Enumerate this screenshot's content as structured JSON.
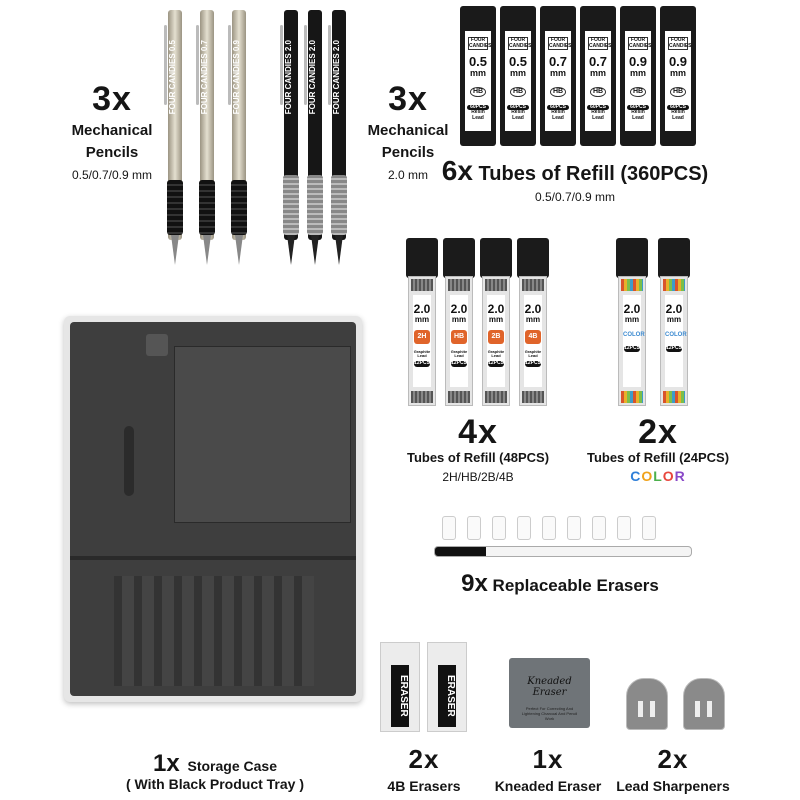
{
  "silver_pencils": {
    "count": "3x",
    "title": "Mechanical",
    "title2": "Pencils",
    "sizes": "0.5/0.7/0.9 mm",
    "pencil_texts": [
      "FOUR CANDIES 0.5",
      "FOUR CANDIES 0.7",
      "FOUR CANDIES 0.9"
    ]
  },
  "black_pencils": {
    "count": "3x",
    "title": "Mechanical",
    "title2": "Pencils",
    "sizes": "2.0 mm",
    "pencil_texts": [
      "FOUR CANDIES 2.0",
      "FOUR CANDIES 2.0",
      "FOUR CANDIES 2.0"
    ]
  },
  "resin_refills": {
    "count": "6x",
    "title": "Tubes of Refill (360PCS)",
    "sizes": "0.5/0.7/0.9 mm",
    "tubes": [
      {
        "size": "0.5",
        "unit": "mm"
      },
      {
        "size": "0.5",
        "unit": "mm"
      },
      {
        "size": "0.7",
        "unit": "mm"
      },
      {
        "size": "0.7",
        "unit": "mm"
      },
      {
        "size": "0.9",
        "unit": "mm"
      },
      {
        "size": "0.9",
        "unit": "mm"
      }
    ],
    "brand": "FOUR CANDIES",
    "grade": "HB",
    "pcs": "60PCS",
    "lead": "Resin Lead"
  },
  "graphite_refills": {
    "count": "4x",
    "title": "Tubes of Refill (48PCS)",
    "grades": "2H/HB/2B/4B",
    "tubes": [
      {
        "size": "2.0",
        "grade": "2H"
      },
      {
        "size": "2.0",
        "grade": "HB"
      },
      {
        "size": "2.0",
        "grade": "2B"
      },
      {
        "size": "2.0",
        "grade": "4B"
      }
    ],
    "unit": "mm",
    "pcs": "12PCS",
    "lead": "Graphite Lead"
  },
  "color_refills": {
    "count": "2x",
    "title": "Tubes of Refill (24PCS)",
    "color_word": [
      "C",
      "O",
      "L",
      "O",
      "R"
    ],
    "color_hex": [
      "#2f7fd8",
      "#f0a21a",
      "#4cb04c",
      "#e8463c",
      "#8a49c8"
    ],
    "tubes": [
      {
        "size": "2.0",
        "label": "COLOR"
      },
      {
        "size": "2.0",
        "label": "COLOR"
      }
    ],
    "unit": "mm",
    "pcs": "12PCS"
  },
  "erasers_replaceable": {
    "count": "9x",
    "title": "Replaceable Erasers"
  },
  "storage_case": {
    "count": "1x",
    "title": "Storage Case",
    "subtitle": "( With Black Product Tray )"
  },
  "block_erasers": {
    "count": "2x",
    "title": "4B Erasers",
    "label": "ERASER"
  },
  "kneaded": {
    "count": "1x",
    "title": "Kneaded Eraser",
    "script": "Kneaded Eraser",
    "fine": "Perfect For Correcting And Lightening Charcoal And Pencil Work"
  },
  "sharpeners": {
    "count": "2x",
    "title": "Lead Sharpeners"
  }
}
